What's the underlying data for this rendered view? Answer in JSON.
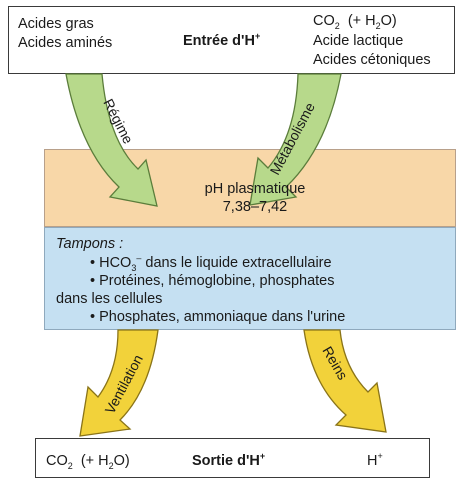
{
  "entry": {
    "left_line1": "Acides gras",
    "left_line2": "Acides aminés",
    "title_main": "Entrée d'H",
    "title_sup": "+",
    "right_line1_co": "CO",
    "right_line1_sub": "2",
    "right_line1_rest": "  (+ H",
    "right_line1_sub2": "2",
    "right_line1_end": "O)",
    "right_line2": "Acide lactique",
    "right_line3": "Acides cétoniques"
  },
  "arrows": {
    "diet": "Régime",
    "metabolism": "Métabolisme",
    "ventilation": "Ventilation",
    "kidneys": "Reins",
    "colors": {
      "green": "#b7d98b",
      "yellow": "#f2d23a"
    }
  },
  "ph": {
    "label": "pH plasmatique",
    "range": "7,38–7,42"
  },
  "buffers": {
    "title": "Tampons :",
    "item1_pre": "• HCO",
    "item1_sub": "3",
    "item1_sup": "–",
    "item1_post": " dans le liquide extracellulaire",
    "item2_line1": "• Protéines, hémoglobine, phosphates",
    "item2_line2": "dans les cellules",
    "item3": "• Phosphates, ammoniaque dans l'urine"
  },
  "exit": {
    "co_pre": "CO",
    "co_sub": "2",
    "co_rest": "  (+ H",
    "co_sub2": "2",
    "co_end": "O)",
    "title_main": "Sortie d'H",
    "title_sup": "+",
    "h_main": "H",
    "h_sup": "+"
  }
}
